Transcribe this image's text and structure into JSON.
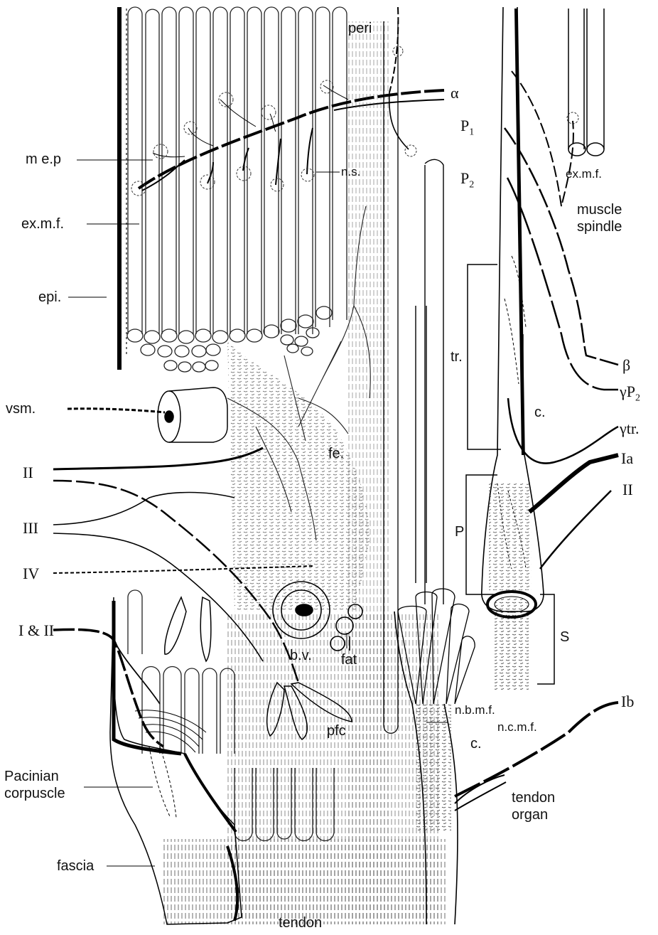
{
  "labels": {
    "peri": "peri",
    "alpha": "α",
    "mep": "m e.p",
    "exmf_left": "ex.m.f.",
    "ns": "n.s.",
    "epi": "epi.",
    "vsm": "vsm.",
    "fe": "fe.",
    "II_left": "II",
    "III": "III",
    "IV": "IV",
    "I_and_II": "I & II",
    "bv": "b.v.",
    "fat": "fat",
    "pfc": "pfc",
    "pacinian_1": "Pacinian",
    "pacinian_2": "corpuscle",
    "fascia": "fascia",
    "tendon": "tendon",
    "P1": "P",
    "P1_sub": "1",
    "P2": "P",
    "P2_sub": "2",
    "exmf_right": "ex.m.f.",
    "muscle_1": "muscle",
    "muscle_2": "spindle",
    "tr": "tr.",
    "c_spindle": "c.",
    "beta": "β",
    "gamma_p2": "γP",
    "gamma_p2_sub": "2",
    "gamma_tr": "γtr.",
    "Ia": "Ia",
    "II_right": "II",
    "P_pole": "P",
    "S": "S",
    "nbmf": "n.b.m.f.",
    "ncmf": "n.c.m.f.",
    "c_tendon": "c.",
    "Ib": "Ib",
    "tendon_organ_1": "tendon",
    "tendon_organ_2": "organ"
  },
  "colors": {
    "ink": "#111111",
    "paper": "#ffffff"
  }
}
